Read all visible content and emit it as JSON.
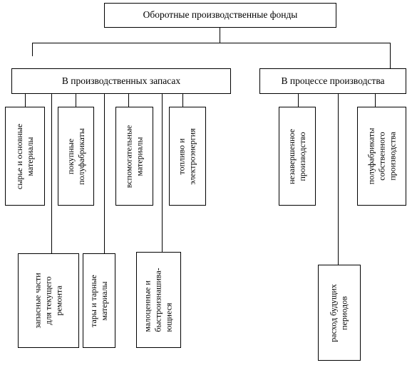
{
  "root": {
    "label": "Оборотные производственные фонды"
  },
  "groups": [
    {
      "label": "В производственных запасах"
    },
    {
      "label": "В процессе производства"
    }
  ],
  "stock_items": {
    "raw": [
      "сырье и основные",
      "материалы"
    ],
    "bought": [
      "покупные",
      "полуфабрикаты"
    ],
    "aux": [
      "вспомогательные",
      "материалы"
    ],
    "fuel": [
      "топливо и",
      "электроэнергия"
    ],
    "spare": [
      "запасные части",
      "для текущего",
      "ремонта"
    ],
    "tare": [
      "тары и тарные",
      "материалы"
    ],
    "lowvalue": [
      "малоценные и",
      "быстроизнашива-",
      "ющиеся"
    ]
  },
  "process_items": {
    "wip": [
      "незавершенное",
      "производство"
    ],
    "own": [
      "полуфабрикаты",
      "собственного",
      "производства"
    ],
    "future": [
      "расход будущих",
      "периодов"
    ]
  }
}
